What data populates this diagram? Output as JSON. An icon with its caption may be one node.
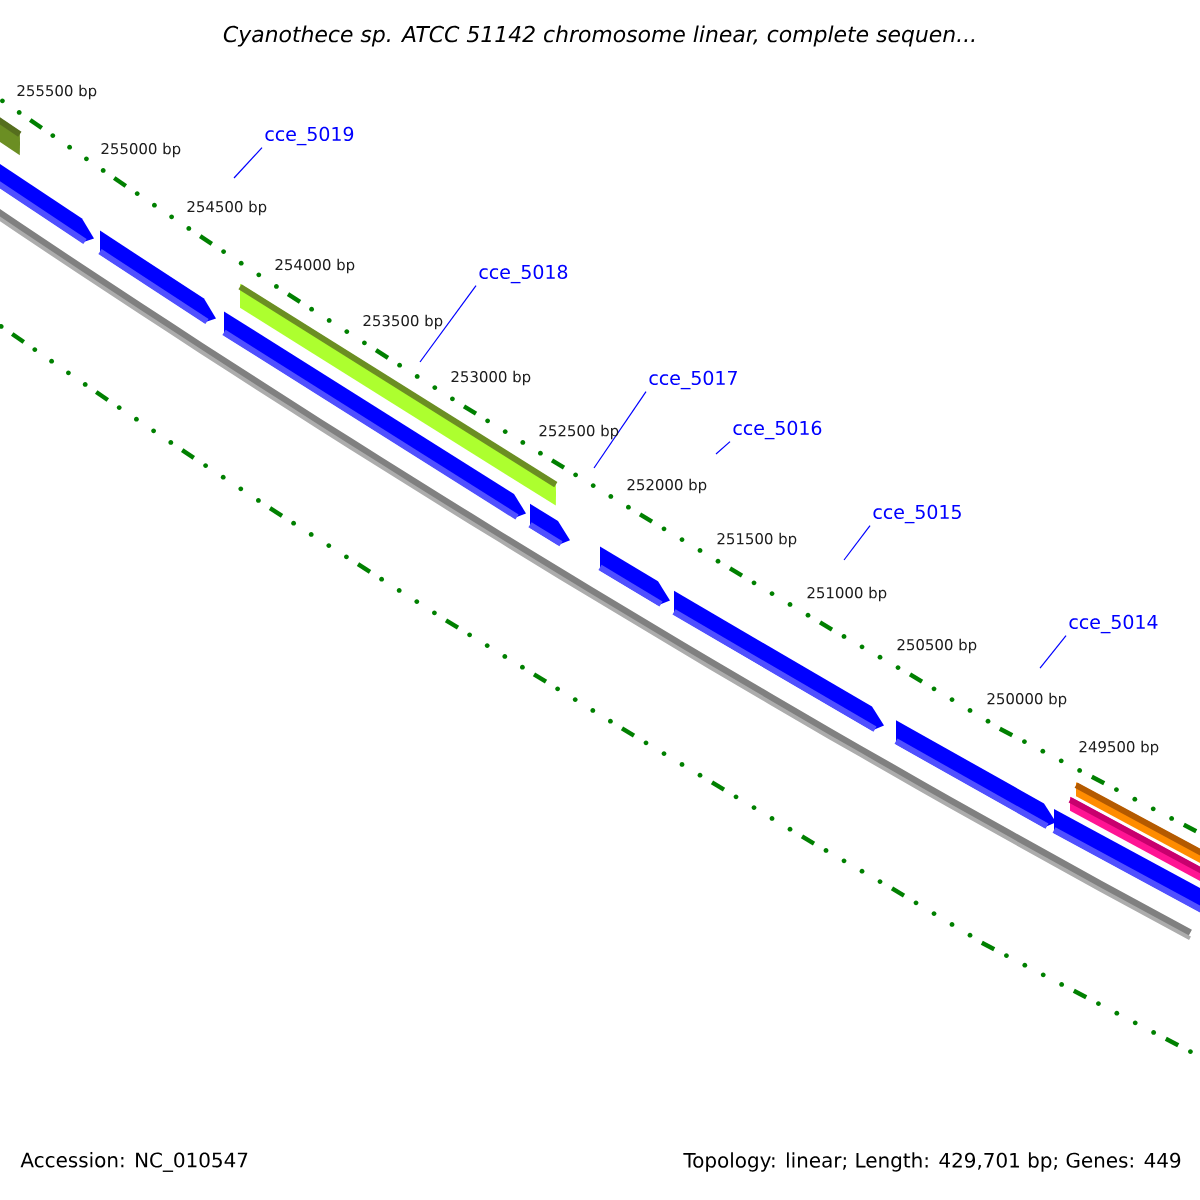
{
  "diagram": {
    "title": "Cyanothece sp. ATCC 51142 chromosome linear, complete sequen...",
    "nodes": [
      {
        "text": [
          "cce_5019"
        ]
      },
      {
        "text": [
          "cce_5018"
        ]
      },
      {
        "text": [
          "cce_5017"
        ]
      },
      {
        "text": [
          "cce_5016"
        ]
      },
      {
        "text": [
          "cce_5015"
        ]
      },
      {
        "text": [
          "cce_5014"
        ]
      }
    ],
    "edges": [
      {
        "from": 0,
        "to": null,
        "arrow": "none"
      },
      {
        "from": 1,
        "to": null,
        "arrow": "none"
      },
      {
        "from": 2,
        "to": null,
        "arrow": "none"
      },
      {
        "from": 3,
        "to": null,
        "arrow": "none"
      },
      {
        "from": 4,
        "to": null,
        "arrow": "none"
      },
      {
        "from": 5,
        "to": null,
        "arrow": "none"
      }
    ],
    "labels": [
      "255500 bp",
      "255000 bp",
      "254500 bp",
      "254000 bp",
      "253500 bp",
      "253000 bp",
      "252500 bp",
      "252000 bp",
      "251500 bp",
      "251000 bp",
      "250500 bp",
      "250000 bp",
      "249500 bp",
      "Accession: NC_010547",
      "Topology: linear; Length: 429,701 bp; Genes: 449"
    ]
  }
}
